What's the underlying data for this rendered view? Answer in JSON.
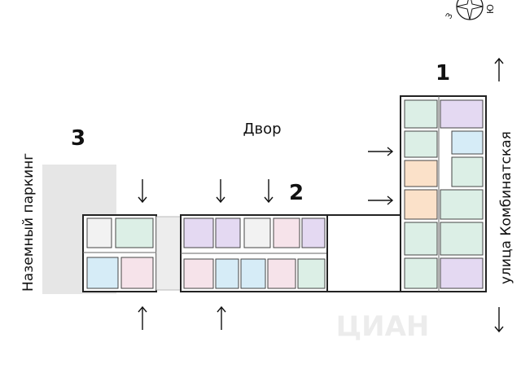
{
  "labels": {
    "section1": "1",
    "section2": "2",
    "section3": "3",
    "yard": "Двор",
    "parking": "Наземный паркинг",
    "street": "улица Комбинатская"
  },
  "compass": {
    "west": "З",
    "south": "Ю"
  },
  "watermark": "ЦИАН",
  "colors": {
    "outline": "#222222",
    "parking_fill": "#e6e6e6",
    "room_green": "#dcefe6",
    "room_purple": "#e4d9f2",
    "room_blue": "#d6ecf7",
    "room_orange": "#fbe1c9",
    "room_pink": "#f6e3ea"
  }
}
